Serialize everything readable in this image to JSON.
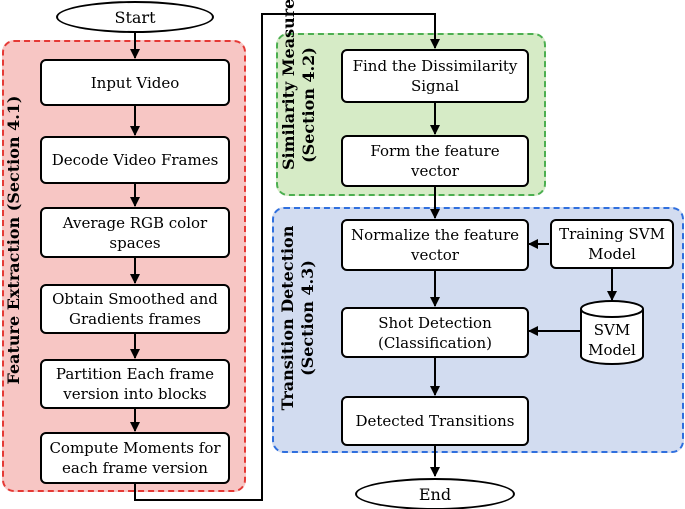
{
  "terminals": {
    "start": "Start",
    "end": "End"
  },
  "regions": {
    "feature_extraction": "Feature Extraction (Section 4.1)",
    "similarity_measure": [
      "Similarity Measure",
      "(Section 4.2)"
    ],
    "transition_detection": [
      "Transition Detection",
      "(Section 4.3)"
    ]
  },
  "feature_extraction_steps": [
    [
      "Input Video"
    ],
    [
      "Decode Video Frames"
    ],
    [
      "Average RGB color",
      "spaces"
    ],
    [
      "Obtain Smoothed and",
      "Gradients frames"
    ],
    [
      "Partition Each frame",
      "version into blocks"
    ],
    [
      "Compute Moments for",
      "each frame version"
    ]
  ],
  "similarity_steps": [
    [
      "Find the Dissimilarity",
      "Signal"
    ],
    [
      "Form the feature",
      "vector"
    ]
  ],
  "transition_steps": {
    "normalize": [
      "Normalize the feature",
      "vector"
    ],
    "shot_detection": [
      "Shot Detection",
      "(Classification)"
    ],
    "detected": [
      "Detected Transitions"
    ],
    "training": [
      "Training SVM",
      "Model"
    ],
    "svm_model": [
      "SVM",
      "Model"
    ]
  }
}
